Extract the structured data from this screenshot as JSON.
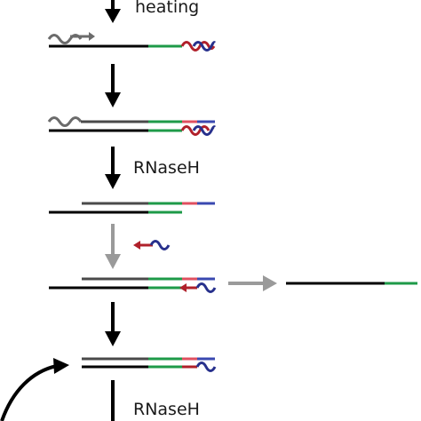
{
  "labels": {
    "step1": "heating",
    "step2": "RNaseH",
    "step3": "RNaseH"
  },
  "colors": {
    "dna_strand": "#000000",
    "extended_strand": "#4a4a4a",
    "rna_primer": "#6b6b6b",
    "green_segment": "#1e9a48",
    "red_segment": "#b0202a",
    "blue_segment": "#27308c",
    "arrow_main": "#000000",
    "arrow_secondary": "#9a9a9a"
  },
  "icons": [
    "down-arrow-icon",
    "right-arrow-icon",
    "curved-return-arrow-icon",
    "primer-squiggle-icon"
  ]
}
